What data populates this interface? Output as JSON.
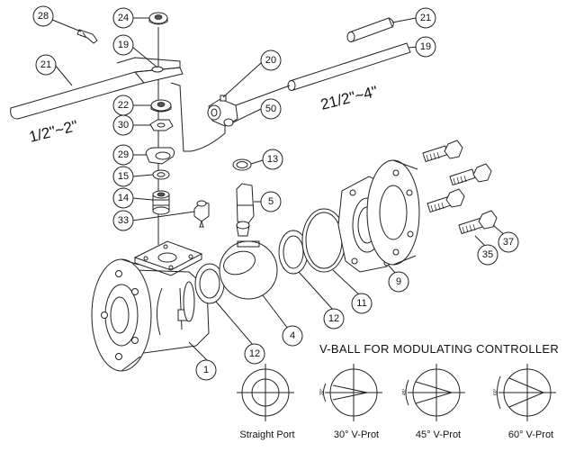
{
  "callouts": {
    "c28": "28",
    "c24": "24",
    "c19a": "19",
    "c21a": "21",
    "c22": "22",
    "c30": "30",
    "c29": "29",
    "c15": "15",
    "c14": "14",
    "c33": "33",
    "c20": "20",
    "c50": "50",
    "c21b": "21",
    "c19b": "19",
    "c13": "13",
    "c5": "5",
    "c4": "4",
    "c12a": "12",
    "c12b": "12",
    "c11": "11",
    "c9": "9",
    "c35": "35",
    "c37": "37",
    "c1": "1"
  },
  "size_labels": {
    "small_handle": "1/2\"~2\"",
    "large_handle": "21/2\"~4\""
  },
  "vball": {
    "title": "V-BALL FOR MODULATING CONTROLLER",
    "ports": [
      {
        "caption": "Straight Port",
        "angle": ""
      },
      {
        "caption": "30° V-Prot",
        "angle": "30°"
      },
      {
        "caption": "45° V-Prot",
        "angle": "45°"
      },
      {
        "caption": "60° V-Prot",
        "angle": "60°"
      }
    ]
  }
}
